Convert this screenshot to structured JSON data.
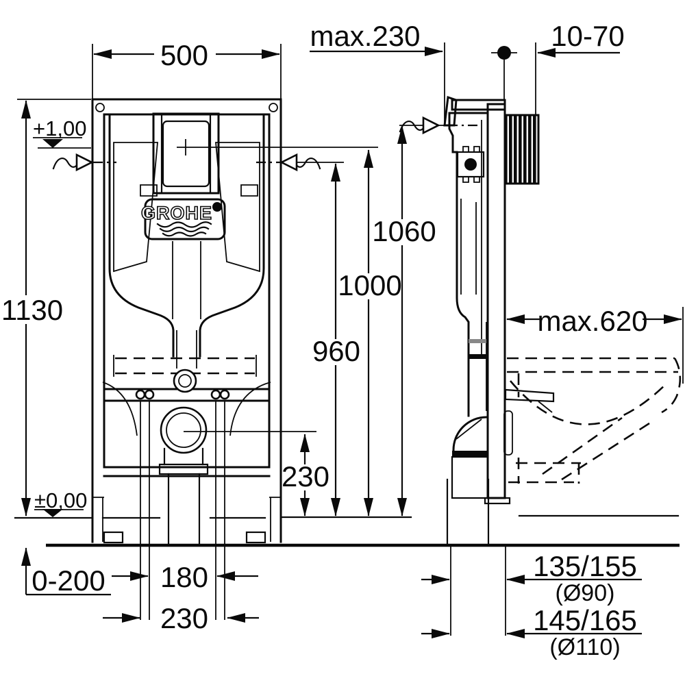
{
  "drawing": {
    "brand": "GROHE",
    "labels": {
      "width": "500",
      "total_height": "1130",
      "upper_level": "+1,00",
      "floor_level": "±0,00",
      "max_top_depth": "max.230",
      "wall_distance": "10-70",
      "supply_height": "1060",
      "plate_height": "1000",
      "inlet_height": "960",
      "outlet_height": "230",
      "foot_adjustment": "0-200",
      "rod_spacing_inner": "180",
      "rod_spacing_outer": "230",
      "max_side_depth": "max.620",
      "outlet_offset_small": "135/155",
      "outlet_dia_small": "(Ø90)",
      "outlet_offset_large": "145/165",
      "outlet_dia_large": "(Ø110)"
    },
    "line_color": "#0a0a0a",
    "background": "#ffffff"
  }
}
